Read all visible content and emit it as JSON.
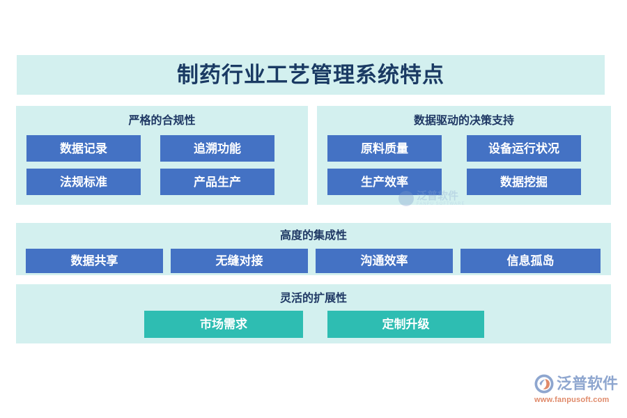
{
  "page": {
    "title": "制药行业工艺管理系统特点",
    "background": "#ffffff",
    "band_color": "#d3f0ef",
    "title_color": "#1a3a63"
  },
  "colors": {
    "panel_bg": "#d3f0ef",
    "chip_blue": "#4472c4",
    "chip_teal": "#2ebdb2",
    "heading_text": "#1f3864",
    "chip_text": "#ffffff",
    "brand_blue": "#8ea6cf",
    "brand_orange": "#e08a6a"
  },
  "sections": [
    {
      "id": "strict-compliance",
      "heading": "严格的合规性",
      "chip_style": "blue",
      "chips": [
        {
          "label": "数据记录"
        },
        {
          "label": "追溯功能"
        },
        {
          "label": "法规标准"
        },
        {
          "label": "产品生产"
        }
      ]
    },
    {
      "id": "data-driven-decision-support",
      "heading": "数据驱动的决策支持",
      "chip_style": "blue",
      "chips": [
        {
          "label": "原料质量"
        },
        {
          "label": "设备运行状况"
        },
        {
          "label": "生产效率"
        },
        {
          "label": "数据挖掘"
        }
      ]
    },
    {
      "id": "high-integration",
      "heading": "高度的集成性",
      "chip_style": "blue",
      "chips": [
        {
          "label": "数据共享"
        },
        {
          "label": "无缝对接"
        },
        {
          "label": "沟通效率"
        },
        {
          "label": "信息孤岛"
        }
      ]
    },
    {
      "id": "flexible-extensibility",
      "heading": "灵活的扩展性",
      "chip_style": "teal",
      "chips": [
        {
          "label": "市场需求"
        },
        {
          "label": "定制升级"
        }
      ]
    }
  ],
  "watermark": {
    "name_cn": "泛普软件",
    "name_en": "FANPU SOFTWARE"
  },
  "brand": {
    "name_cn": "泛普软件",
    "url": "www.fanpusoft.com"
  }
}
